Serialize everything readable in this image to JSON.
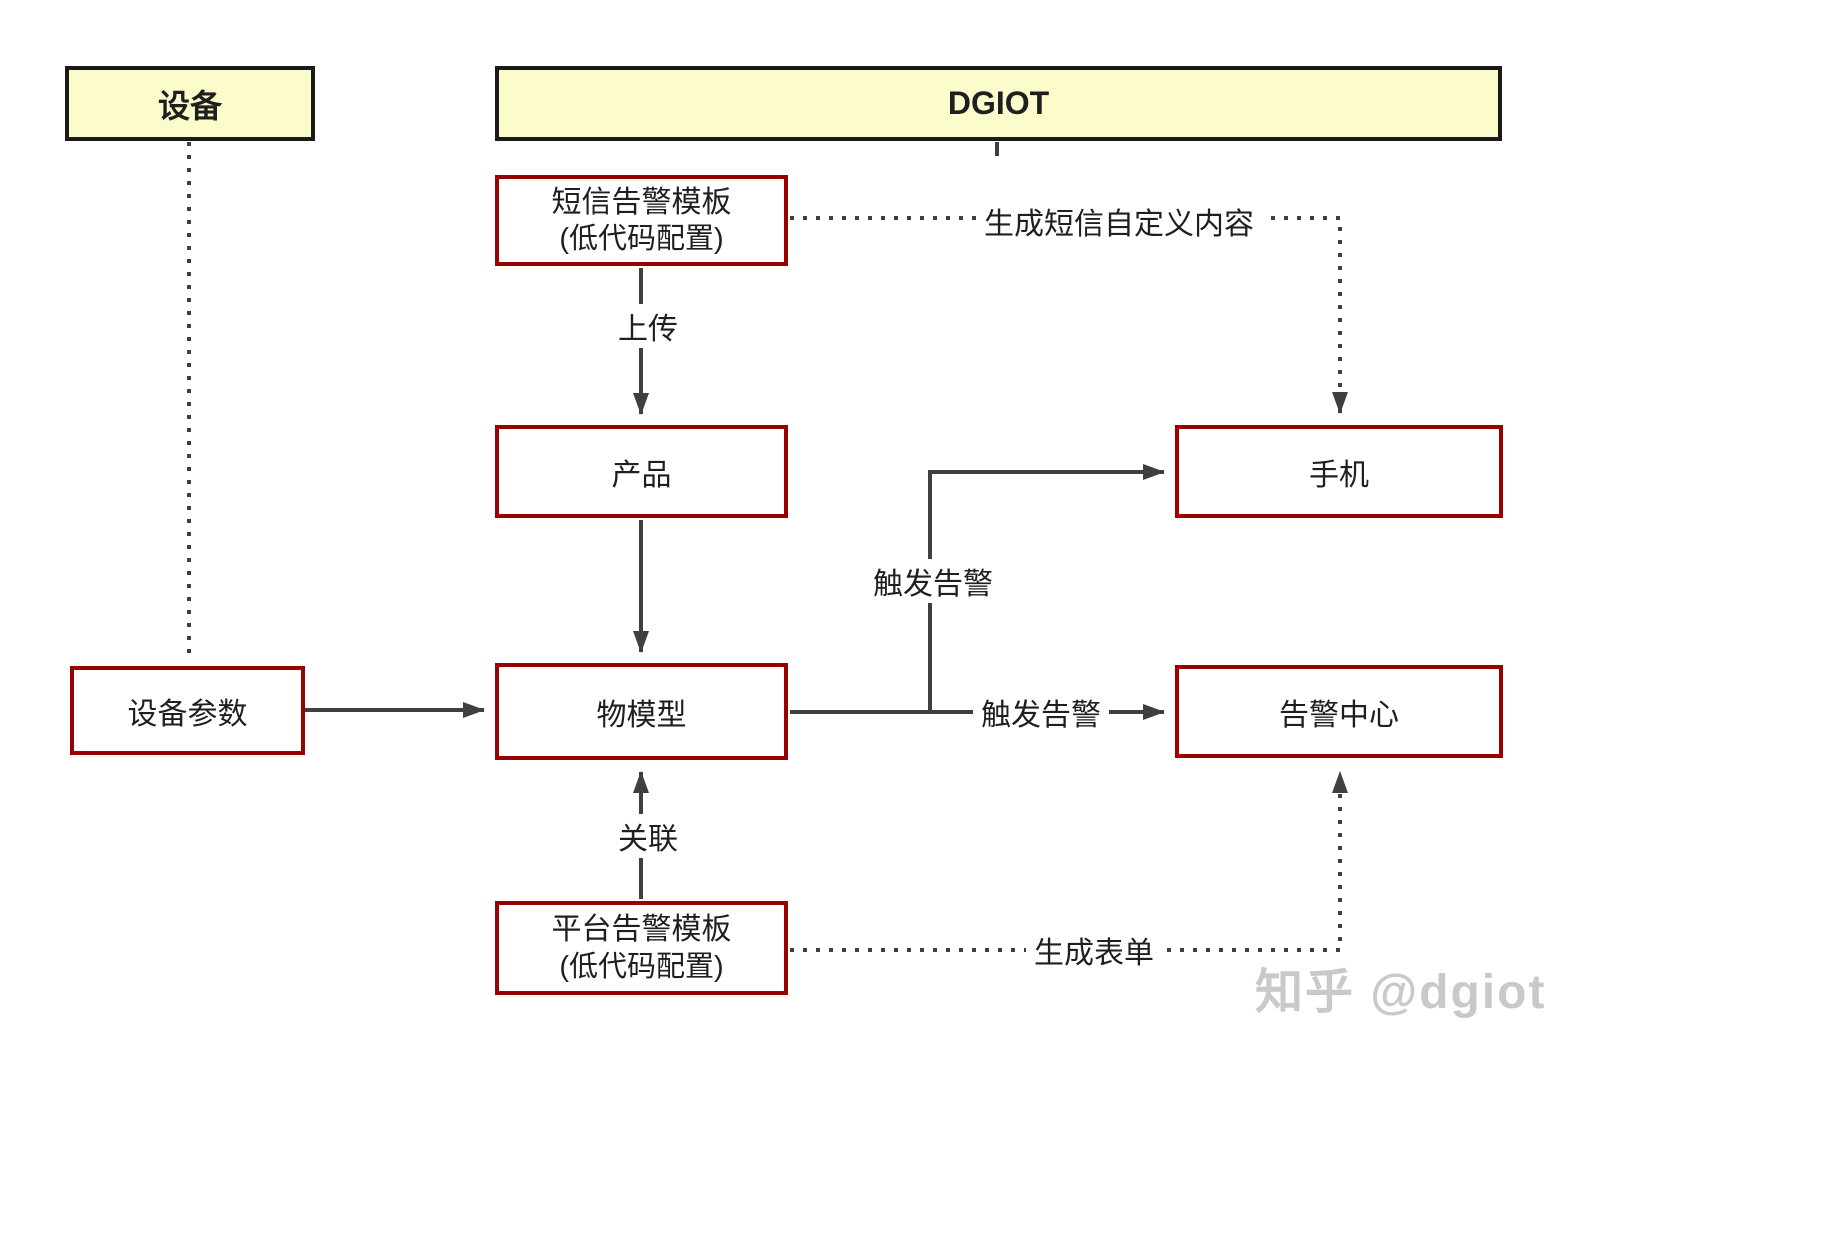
{
  "colors": {
    "yellow_fill": "#FBFBCB",
    "header_border": "#1a1a1a",
    "node_border": "#990000",
    "line_color": "#3f3f3f",
    "text_color": "#1f1f1f",
    "watermark_color": "#c9c9c9"
  },
  "headers": {
    "device": "设备",
    "dgiot": "DGIOT"
  },
  "nodes": {
    "sms_template": {
      "line1": "短信告警模板",
      "line2": "(低代码配置)"
    },
    "product": "产品",
    "device_params": "设备参数",
    "thing_model": "物模型",
    "phone": "手机",
    "alert_center": "告警中心",
    "platform_template": {
      "line1": "平台告警模板",
      "line2": "(低代码配置)"
    }
  },
  "edges": {
    "upload": "上传",
    "associate": "关联",
    "trigger_alert_phone": "触发告警",
    "trigger_alert_center": "触发告警",
    "generate_sms_content": "生成短信自定义内容",
    "generate_form": "生成表单"
  },
  "watermark": "知乎 @dgiot"
}
